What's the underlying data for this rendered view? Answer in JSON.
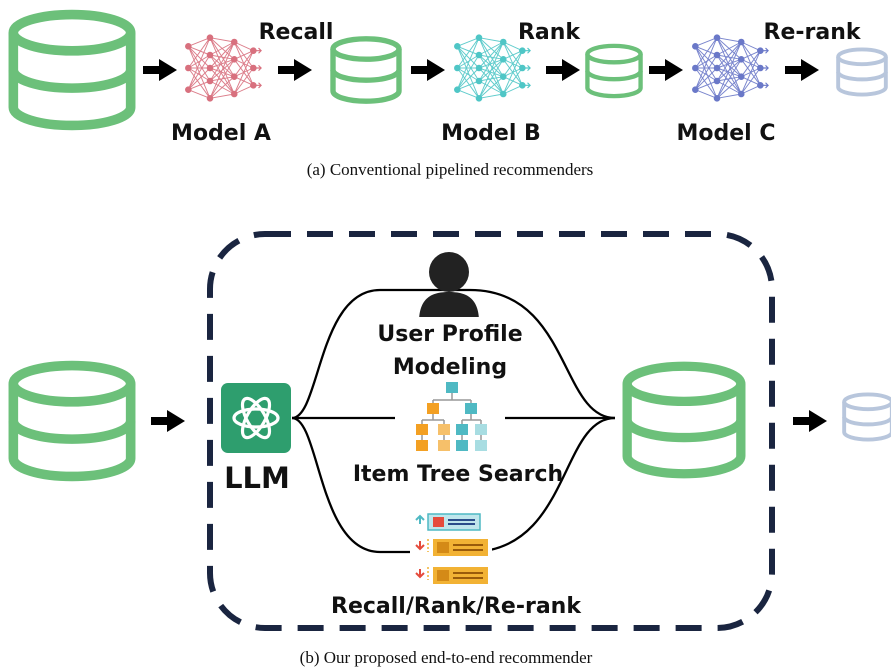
{
  "colors": {
    "db_green": "#6cc07a",
    "db_faded": "#b8c6dc",
    "model_a": "#d8707e",
    "model_b": "#4fc6c6",
    "model_c": "#6a78c8",
    "llm_green": "#2e9e6e",
    "tree_orange": "#f3a023",
    "tree_teal": "#4fb9c3",
    "list_red": "#e54b3c",
    "list_orange": "#f2b234"
  },
  "part_a": {
    "stage_labels": [
      "Recall",
      "Rank",
      "Re-rank"
    ],
    "model_labels": [
      "Model A",
      "Model B",
      "Model C"
    ],
    "caption": "(a) Conventional pipelined recommenders"
  },
  "part_b": {
    "llm_label": "LLM",
    "branches": [
      "User Profile\nModeling",
      "Item Tree Search",
      "Recall/Rank/Re-rank"
    ],
    "branch_user_line1": "User Profile",
    "branch_user_line2": "Modeling",
    "branch_tree": "Item Tree Search",
    "branch_rank": "Recall/Rank/Re-rank",
    "caption": "(b) Our proposed end-to-end recommender"
  },
  "icons": [
    "database-icon",
    "neural-network-icon",
    "arrow-icon",
    "llm-logo-icon",
    "user-icon",
    "tree-icon",
    "ranked-list-icon"
  ]
}
